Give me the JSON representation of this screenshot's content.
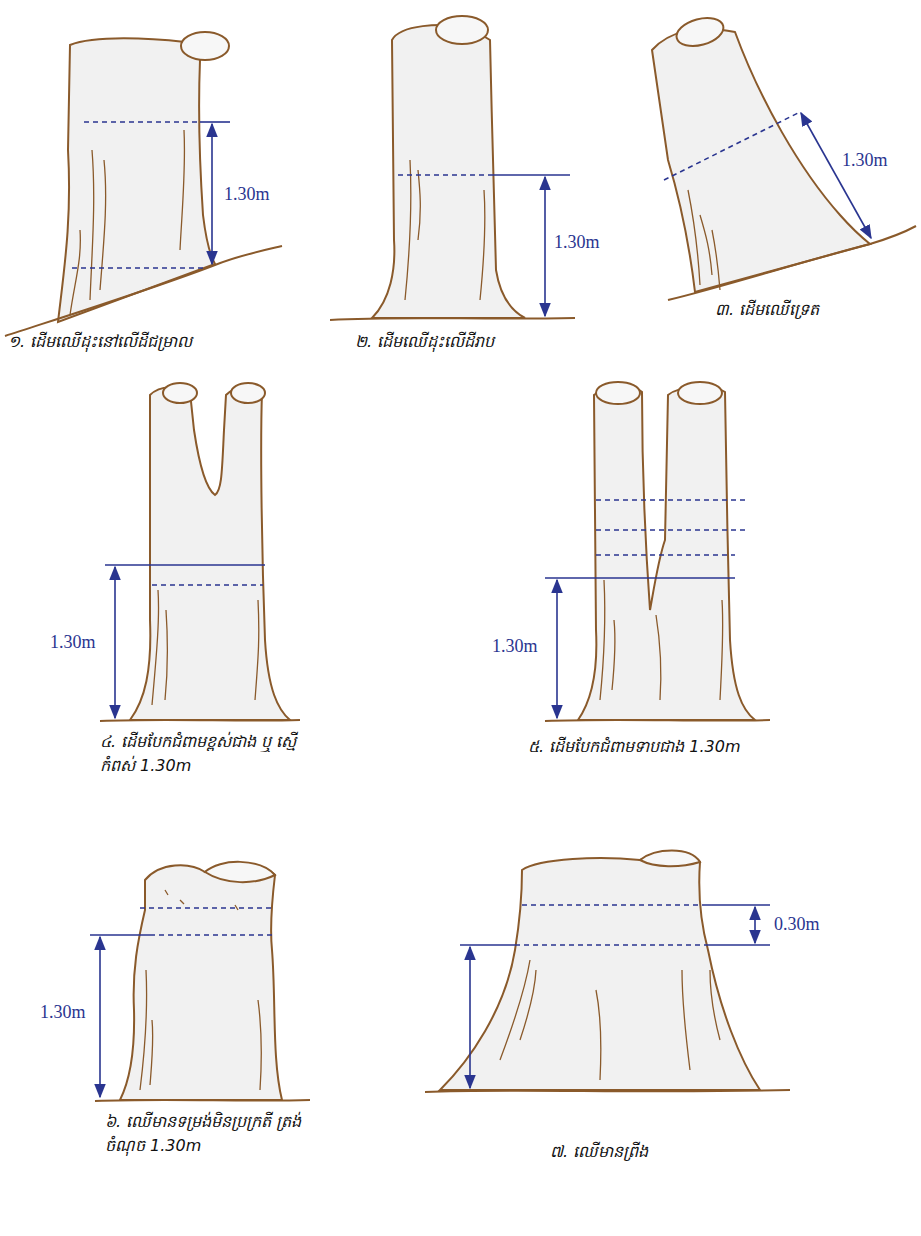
{
  "diagram": {
    "labels": [
      "1.30m",
      "១. ដើមឈើដុះនៅលើដីជម្រាល",
      "1.30m",
      "២. ដើមឈើដុះលើដីរាប",
      "1.30m",
      "៣. ដើមឈើទ្រេត",
      "1.30m",
      "៤. ដើមបែកជំពាមខ្ពស់ជាង ឬ ស្មើកំពស់ 1.30m",
      "1.30m",
      "៥. ដើមបែកជំពាមទាបជាង 1.30m",
      "1.30m",
      "៦. ឈើមានទម្រង់មិនប្រក្រតី ត្រង់ចំណុច 1.30m",
      "0.30m",
      "៧. ឈើមានព្រីង"
    ]
  }
}
